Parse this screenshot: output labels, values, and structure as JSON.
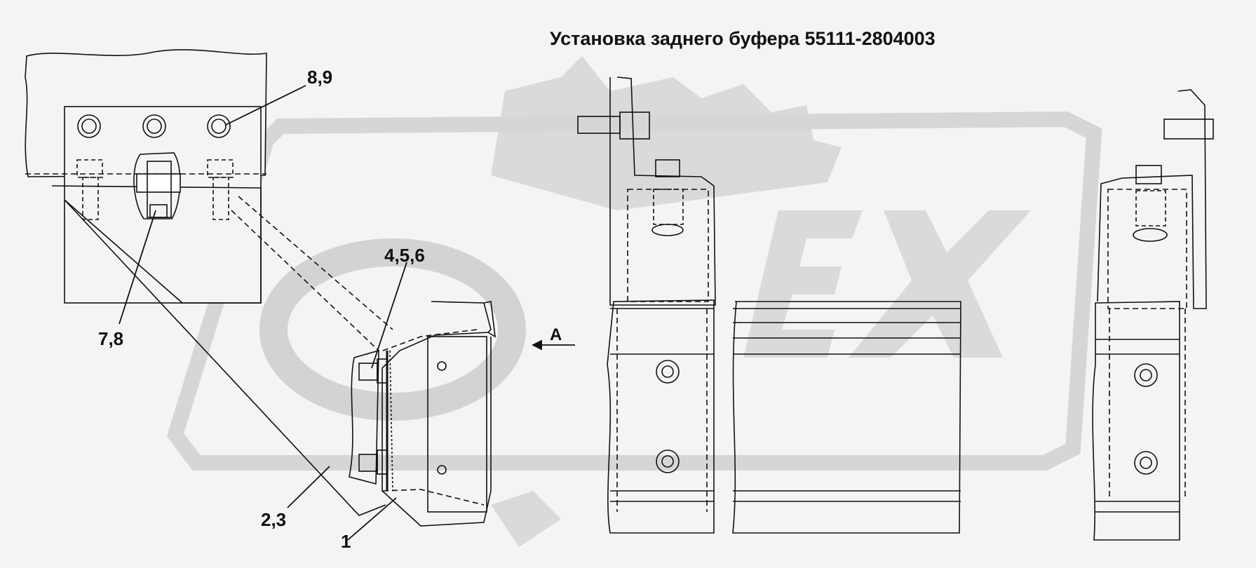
{
  "title": "Установка заднего буфера 55111-2804003",
  "watermark": {
    "text": "OPEX",
    "color": "#d8d8d8"
  },
  "callouts": {
    "c89": "8,9",
    "c456": "4,5,6",
    "c78": "7,8",
    "c23": "2,3",
    "c1": "1",
    "viewA": "A"
  },
  "colors": {
    "line": "#111111",
    "background": "#f4f4f4"
  }
}
